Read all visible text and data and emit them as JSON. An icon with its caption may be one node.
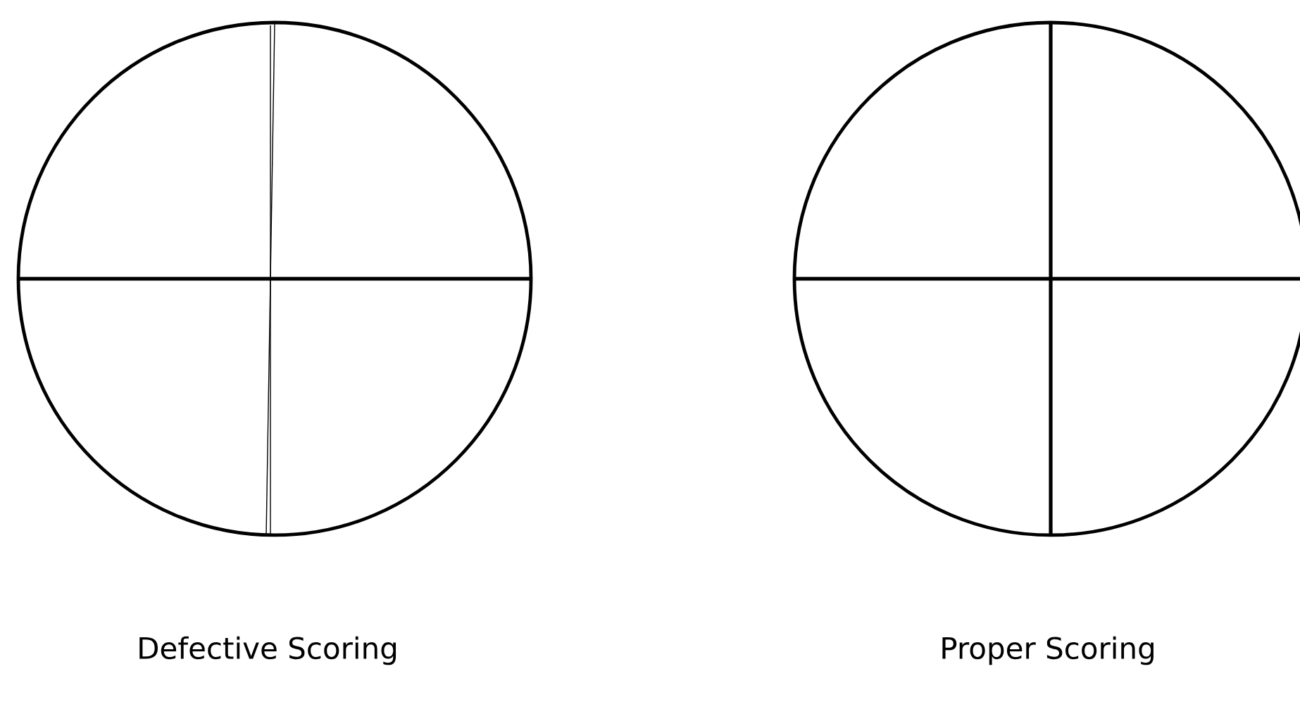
{
  "diagram": {
    "nodes": [
      {
        "text": [],
        "shape": "circle",
        "beside": [
          "Defective Scoring"
        ]
      },
      {
        "text": [],
        "shape": "circle",
        "beside": [
          "Proper Scoring"
        ]
      }
    ]
  }
}
